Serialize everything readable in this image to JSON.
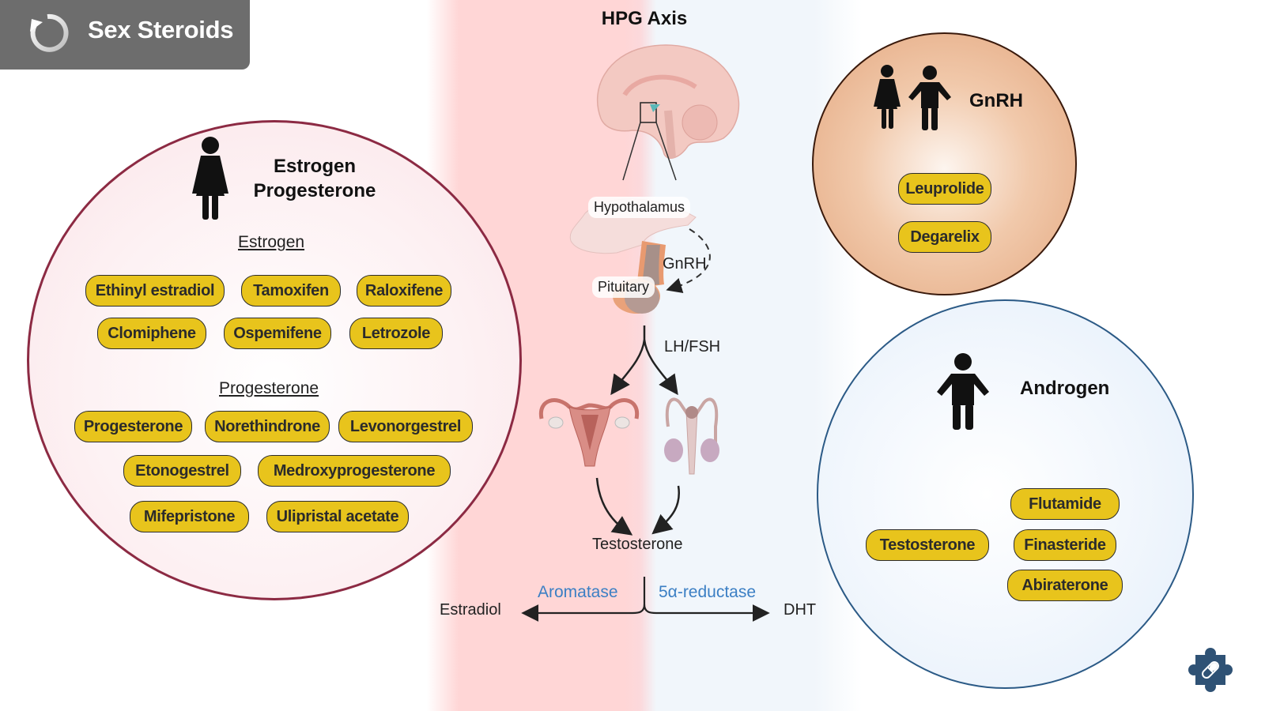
{
  "header": {
    "title": "Sex Steroids",
    "icon": "refresh-icon"
  },
  "hpg": {
    "title": "HPG Axis",
    "hypothalamus": "Hypothalamus",
    "pituitary": "Pituitary",
    "gnrh": "GnRH",
    "lhfsh": "LH/FSH",
    "testosterone": "Testosterone",
    "aromatase": "Aromatase",
    "reductase": "5α-reductase",
    "estradiol": "Estradiol",
    "dht": "DHT"
  },
  "estrogen_panel": {
    "title_line1": "Estrogen",
    "title_line2": "Progesterone",
    "estrogen_heading": "Estrogen",
    "estrogen_drugs": [
      "Ethinyl estradiol",
      "Tamoxifen",
      "Raloxifene",
      "Clomiphene",
      "Ospemifene",
      "Letrozole"
    ],
    "progesterone_heading": "Progesterone",
    "progesterone_drugs": [
      "Progesterone",
      "Norethindrone",
      "Levonorgestrel",
      "Etonogestrel",
      "Medroxyprogesterone",
      "Mifepristone",
      "Ulipristal acetate"
    ]
  },
  "gnrh_panel": {
    "title": "GnRH",
    "drugs": [
      "Leuprolide",
      "Degarelix"
    ]
  },
  "androgen_panel": {
    "title": "Androgen",
    "drugs": [
      "Testosterone",
      "Flutamide",
      "Finasteride",
      "Abiraterone"
    ]
  },
  "colors": {
    "pill": "#e8c41c",
    "estrogen_border": "#8c2a43",
    "androgen_border": "#2b5a86",
    "gnrh_fill": "#e3a67e",
    "enzyme_text": "#3b7fc4",
    "header_bg": "#6d6d6d",
    "logo": "#2f5275"
  }
}
